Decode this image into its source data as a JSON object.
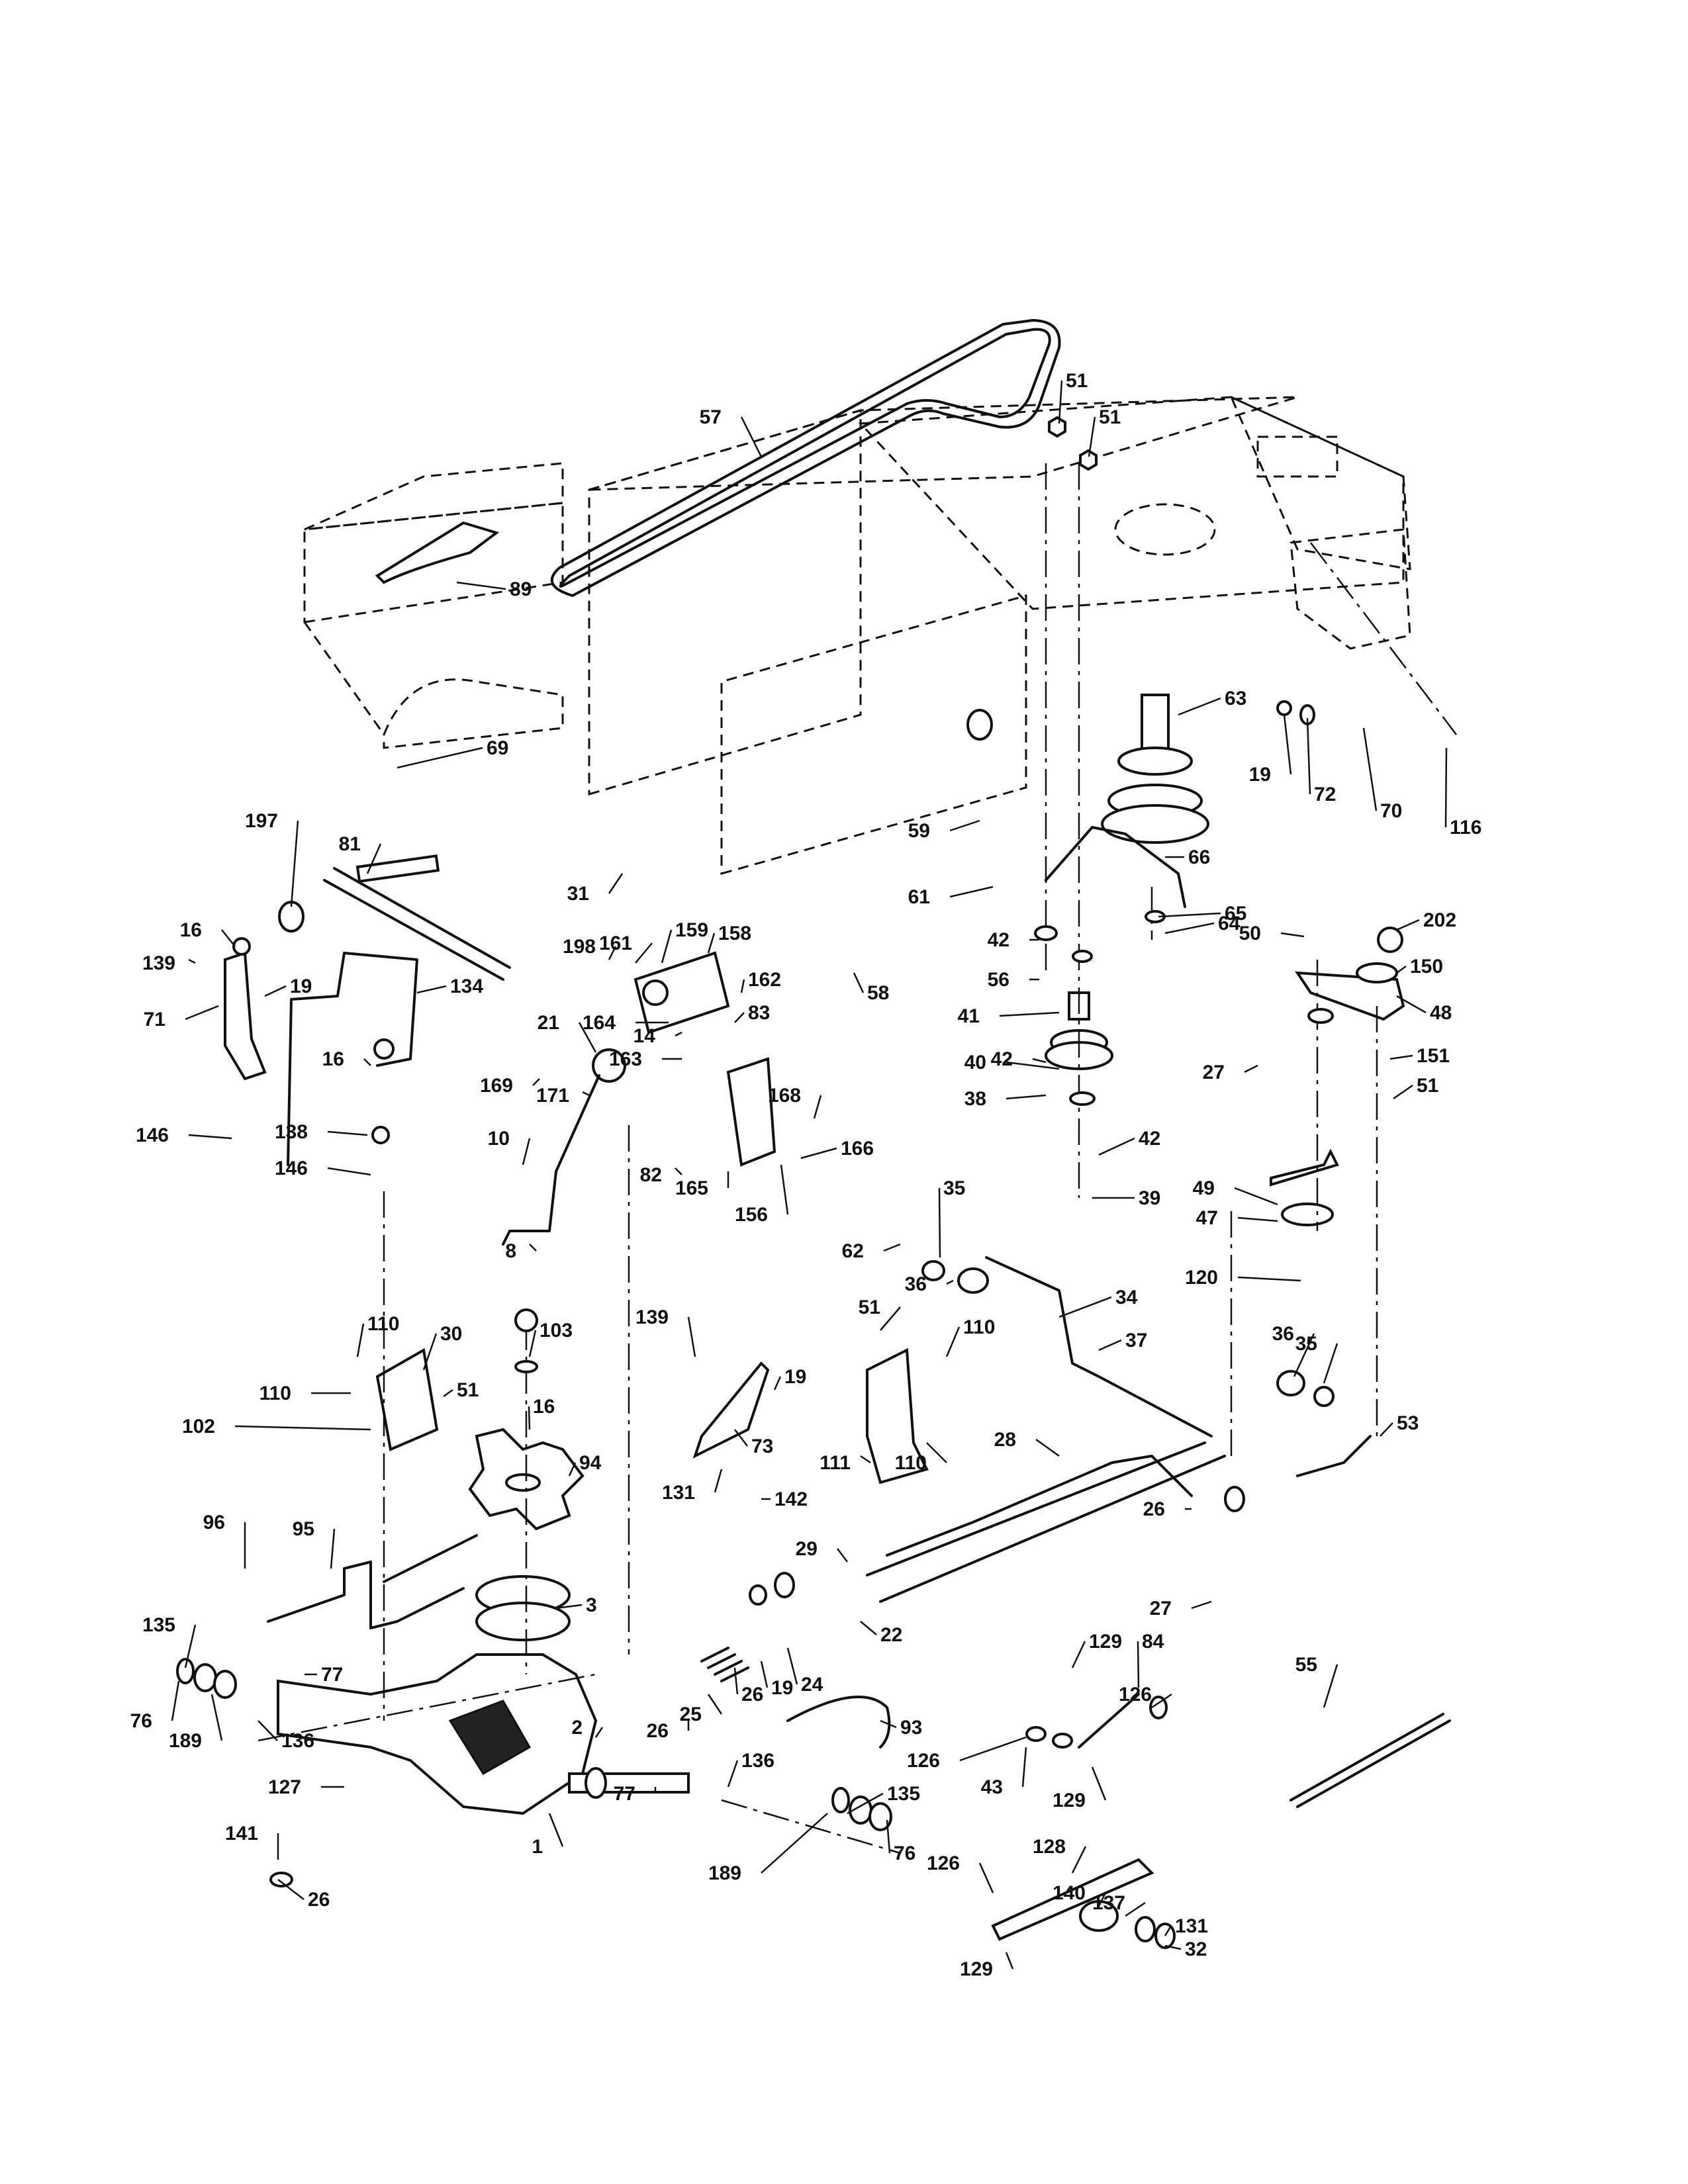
{
  "callouts": [
    {
      "label": "57"
    },
    {
      "label": "51"
    },
    {
      "label": "51"
    },
    {
      "label": "89"
    },
    {
      "label": "69"
    },
    {
      "label": "63"
    },
    {
      "label": "19"
    },
    {
      "label": "72"
    },
    {
      "label": "70"
    },
    {
      "label": "116"
    },
    {
      "label": "31"
    },
    {
      "label": "59"
    },
    {
      "label": "61"
    },
    {
      "label": "66"
    },
    {
      "label": "197"
    },
    {
      "label": "81"
    },
    {
      "label": "58"
    },
    {
      "label": "42"
    },
    {
      "label": "65"
    },
    {
      "label": "64"
    },
    {
      "label": "56"
    },
    {
      "label": "50"
    },
    {
      "label": "202"
    },
    {
      "label": "150"
    },
    {
      "label": "16"
    },
    {
      "label": "139"
    },
    {
      "label": "19"
    },
    {
      "label": "71"
    },
    {
      "label": "134"
    },
    {
      "label": "198"
    },
    {
      "label": "161"
    },
    {
      "label": "159"
    },
    {
      "label": "158"
    },
    {
      "label": "162"
    },
    {
      "label": "164"
    },
    {
      "label": "14"
    },
    {
      "label": "83"
    },
    {
      "label": "163"
    },
    {
      "label": "169"
    },
    {
      "label": "171"
    },
    {
      "label": "21"
    },
    {
      "label": "41"
    },
    {
      "label": "42"
    },
    {
      "label": "48"
    },
    {
      "label": "27"
    },
    {
      "label": "151"
    },
    {
      "label": "51"
    },
    {
      "label": "16"
    },
    {
      "label": "146"
    },
    {
      "label": "138"
    },
    {
      "label": "146"
    },
    {
      "label": "10"
    },
    {
      "label": "82"
    },
    {
      "label": "168"
    },
    {
      "label": "166"
    },
    {
      "label": "165"
    },
    {
      "label": "156"
    },
    {
      "label": "8"
    },
    {
      "label": "40"
    },
    {
      "label": "38"
    },
    {
      "label": "42"
    },
    {
      "label": "39"
    },
    {
      "label": "49"
    },
    {
      "label": "47"
    },
    {
      "label": "120"
    },
    {
      "label": "62"
    },
    {
      "label": "35"
    },
    {
      "label": "36"
    },
    {
      "label": "34"
    },
    {
      "label": "37"
    },
    {
      "label": "36"
    },
    {
      "label": "35"
    },
    {
      "label": "53"
    },
    {
      "label": "110"
    },
    {
      "label": "30"
    },
    {
      "label": "103"
    },
    {
      "label": "110"
    },
    {
      "label": "51"
    },
    {
      "label": "16"
    },
    {
      "label": "102"
    },
    {
      "label": "139"
    },
    {
      "label": "19"
    },
    {
      "label": "51"
    },
    {
      "label": "110"
    },
    {
      "label": "73"
    },
    {
      "label": "111"
    },
    {
      "label": "110"
    },
    {
      "label": "131"
    },
    {
      "label": "142"
    },
    {
      "label": "94"
    },
    {
      "label": "28"
    },
    {
      "label": "26"
    },
    {
      "label": "27"
    },
    {
      "label": "96"
    },
    {
      "label": "95"
    },
    {
      "label": "3"
    },
    {
      "label": "29"
    },
    {
      "label": "135"
    },
    {
      "label": "77"
    },
    {
      "label": "76"
    },
    {
      "label": "189"
    },
    {
      "label": "136"
    },
    {
      "label": "26"
    },
    {
      "label": "25"
    },
    {
      "label": "26"
    },
    {
      "label": "19"
    },
    {
      "label": "24"
    },
    {
      "label": "22"
    },
    {
      "label": "93"
    },
    {
      "label": "129"
    },
    {
      "label": "84"
    },
    {
      "label": "126"
    },
    {
      "label": "55"
    },
    {
      "label": "126"
    },
    {
      "label": "43"
    },
    {
      "label": "129"
    },
    {
      "label": "2"
    },
    {
      "label": "77"
    },
    {
      "label": "136"
    },
    {
      "label": "127"
    },
    {
      "label": "141"
    },
    {
      "label": "1"
    },
    {
      "label": "135"
    },
    {
      "label": "189"
    },
    {
      "label": "76"
    },
    {
      "label": "26"
    },
    {
      "label": "128"
    },
    {
      "label": "126"
    },
    {
      "label": "140"
    },
    {
      "label": "137"
    },
    {
      "label": "131"
    },
    {
      "label": "32"
    },
    {
      "label": "129"
    }
  ]
}
